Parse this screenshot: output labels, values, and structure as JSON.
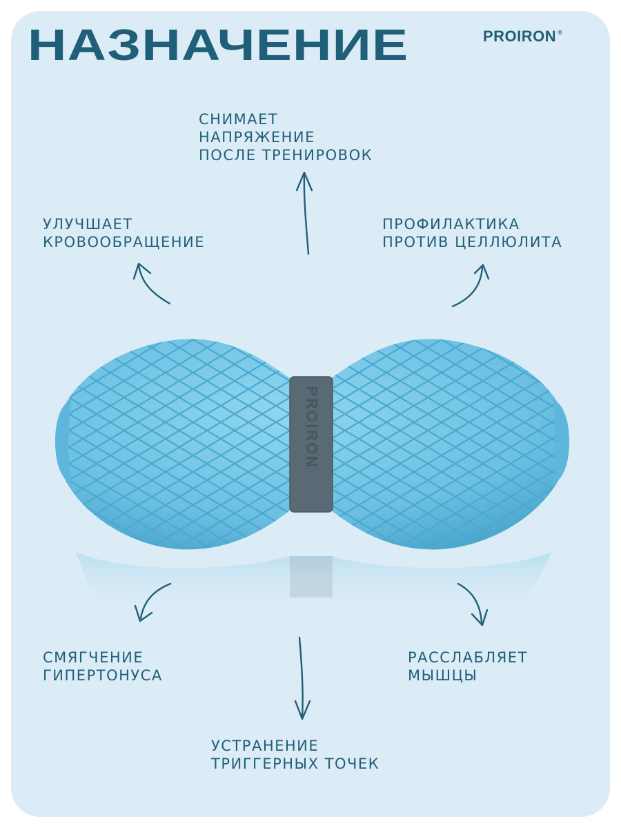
{
  "header": {
    "title": "НАЗНАЧЕНИЕ",
    "logo_text": "PROIRON",
    "logo_reg": "®"
  },
  "product": {
    "band_text": "PROIRON",
    "colors": {
      "ball": "#74c6e4",
      "ball_dark": "#4aa9cf",
      "band": "#596a74",
      "text": "#1f5f78",
      "card_bg": "#dcecf6"
    }
  },
  "benefits": {
    "top": {
      "line1": "СНИМАЕТ",
      "line2": "НАПРЯЖЕНИЕ",
      "line3": "ПОСЛЕ ТРЕНИРОВОК"
    },
    "left_top": {
      "line1": "УЛУЧШАЕТ",
      "line2": "КРОВООБРАЩЕНИЕ"
    },
    "right_top": {
      "line1": "ПРОФИЛАКТИКА",
      "line2": "ПРОТИВ ЦЕЛЛЮЛИТА"
    },
    "left_bottom": {
      "line1": "СМЯГЧЕНИЕ",
      "line2": "ГИПЕРТОНУСА"
    },
    "right_bottom": {
      "line1": "РАССЛАБЛЯЕТ",
      "line2": "МЫШЦЫ"
    },
    "bottom": {
      "line1": "УСТРАНЕНИЕ",
      "line2": "ТРИГГЕРНЫХ ТОЧЕК"
    }
  }
}
